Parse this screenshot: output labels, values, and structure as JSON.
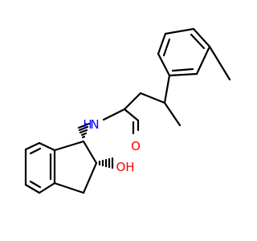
{
  "molecule": {
    "colors": {
      "bond": "#000000",
      "oxygen": "#ff0000",
      "nitrogen": "#0000ff"
    },
    "labels": {
      "carbonyl_oxygen": "O",
      "amide_nitrogen": "N",
      "amide_hydrogen": "H",
      "hydroxyl": "OH"
    }
  }
}
